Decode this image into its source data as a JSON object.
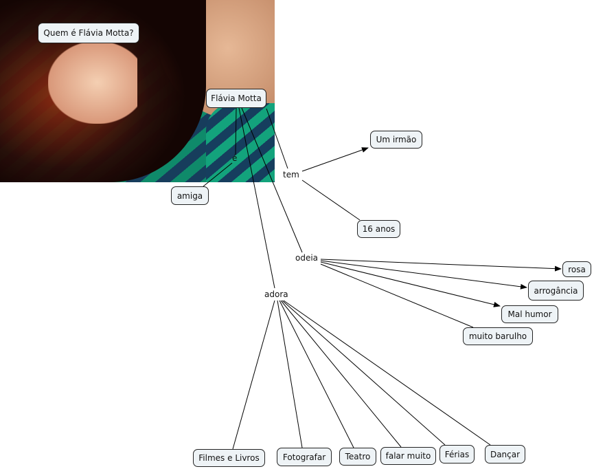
{
  "title_node": "Quem é Flávia Motta?",
  "central_node": "Flávia Motta",
  "linking_words": {
    "e": "é",
    "tem": "tem",
    "odeia": "odeia",
    "adora": "adora"
  },
  "concepts": {
    "amiga": "amiga",
    "um_irmao": "Um irmão",
    "dezesseis_anos": "16 anos",
    "rosa": "rosa",
    "arrogancia": "arrogância",
    "mal_humor": "Mal humor",
    "muito_barulho": "muito barulho",
    "filmes_livros": "Filmes e Livros",
    "fotografar": "Fotografar",
    "teatro": "Teatro",
    "falar_muito": "falar muito",
    "ferias": "Férias",
    "dancar": "Dançar"
  }
}
